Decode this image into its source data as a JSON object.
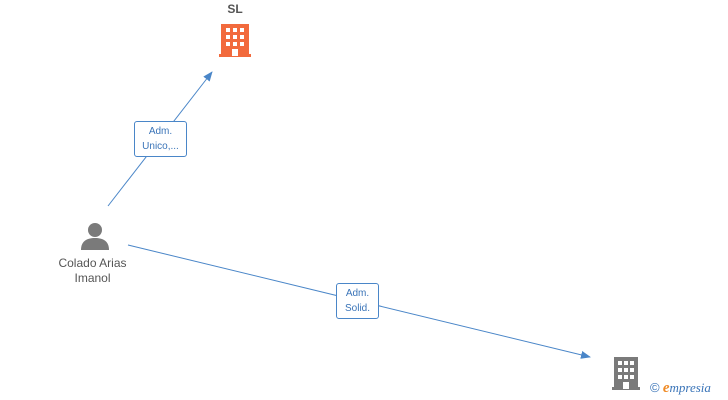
{
  "nodes": {
    "company_top": {
      "label": "SL",
      "color": "#f26a3d",
      "icon": "building-icon"
    },
    "person": {
      "label_line1": "Colado Arias",
      "label_line2": "Imanol",
      "color": "#7a7a7a",
      "icon": "person-icon"
    },
    "company_bottom": {
      "label": "",
      "color": "#7a7a7a",
      "icon": "building-icon"
    }
  },
  "edges": {
    "to_top": {
      "line1": "Adm.",
      "line2": "Unico,..."
    },
    "to_bottom": {
      "line1": "Adm.",
      "line2": "Solid."
    }
  },
  "colors": {
    "edge": "#4a86c8"
  },
  "brand": {
    "copyright": "©",
    "initial": "e",
    "rest": "mpresia"
  }
}
